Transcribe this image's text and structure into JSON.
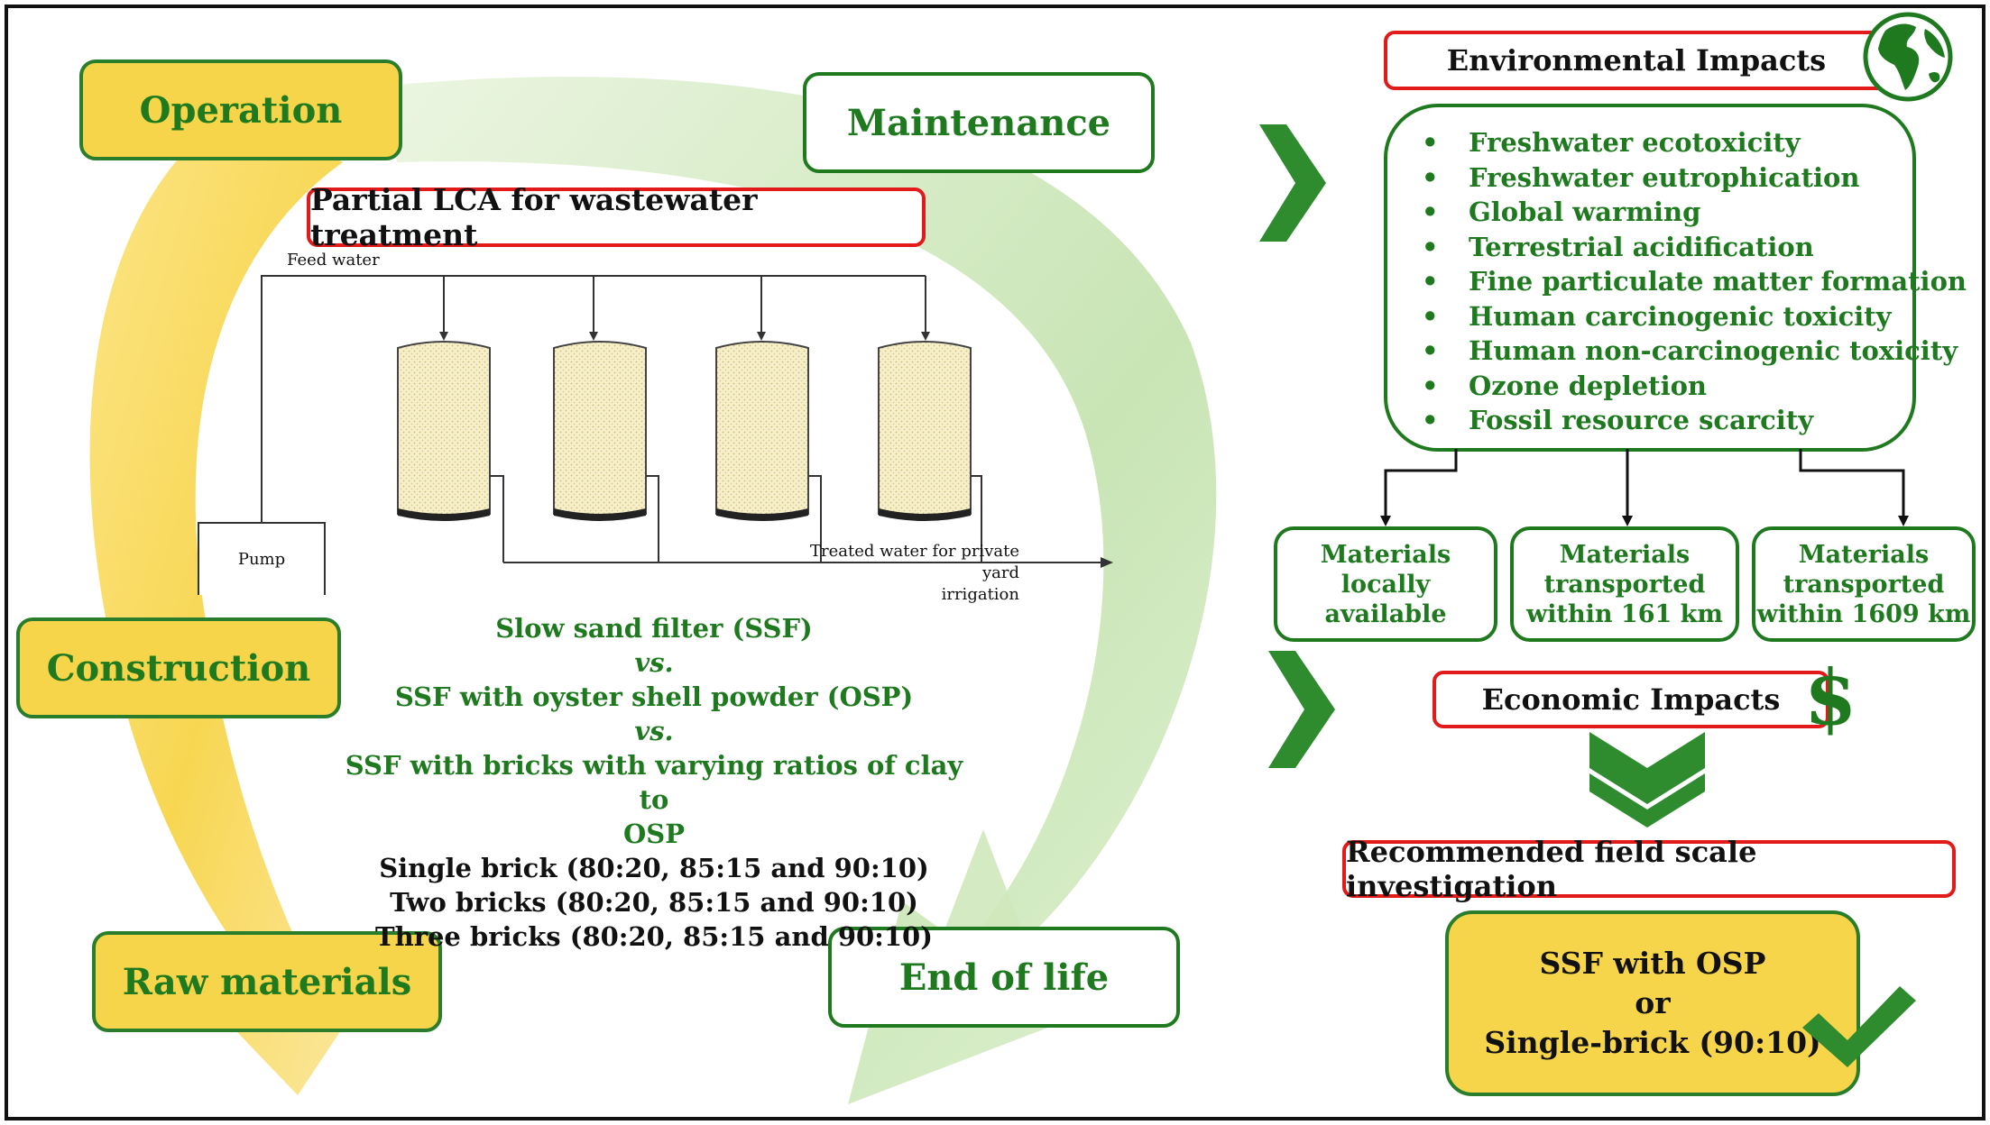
{
  "stages": {
    "operation": "Operation",
    "maintenance": "Maintenance",
    "construction": "Construction",
    "raw_materials": "Raw materials",
    "end_of_life": "End of life"
  },
  "lca": {
    "title": "Partial LCA for wastewater treatment",
    "feed_water": "Feed water",
    "pump": "Pump",
    "treated_water_line1": "Treated water for private yard",
    "treated_water_line2": "irrigation"
  },
  "comparison": {
    "ssf": "Slow sand filter (SSF)",
    "vs1": "vs.",
    "osp": "SSF with oyster shell powder (OSP)",
    "vs2": "vs.",
    "bricks_line1": "SSF with bricks with varying ratios of clay to",
    "bricks_line2": "OSP",
    "single": "Single brick (80:20, 85:15 and 90:10)",
    "two": "Two bricks (80:20, 85:15 and 90:10)",
    "three": "Three bricks (80:20, 85:15 and 90:10)"
  },
  "environmental": {
    "title": "Environmental Impacts",
    "items": [
      "Freshwater ecotoxicity",
      "Freshwater eutrophication",
      "Global warming",
      "Terrestrial acidification",
      "Fine particulate matter formation",
      "Human carcinogenic toxicity",
      "Human non-carcinogenic toxicity",
      "Ozone depletion",
      "Fossil resource scarcity"
    ]
  },
  "materials": {
    "local_line1": "Materials locally",
    "local_line2": "available",
    "t161_line1": "Materials",
    "t161_line2": "transported",
    "t161_line3": "within 161 km",
    "t1609_line1": "Materials",
    "t1609_line2": "transported",
    "t1609_line3": "within 1609 km"
  },
  "economic": {
    "title": "Economic Impacts",
    "symbol": "$"
  },
  "recommendation": {
    "title": "Recommended field scale investigation",
    "line1": "SSF with OSP",
    "line2": "or",
    "line3": "Single-brick (90:10)"
  },
  "colors": {
    "green": "#1f7a1f",
    "yellow": "#f7d54a",
    "red": "#e21a1a"
  }
}
